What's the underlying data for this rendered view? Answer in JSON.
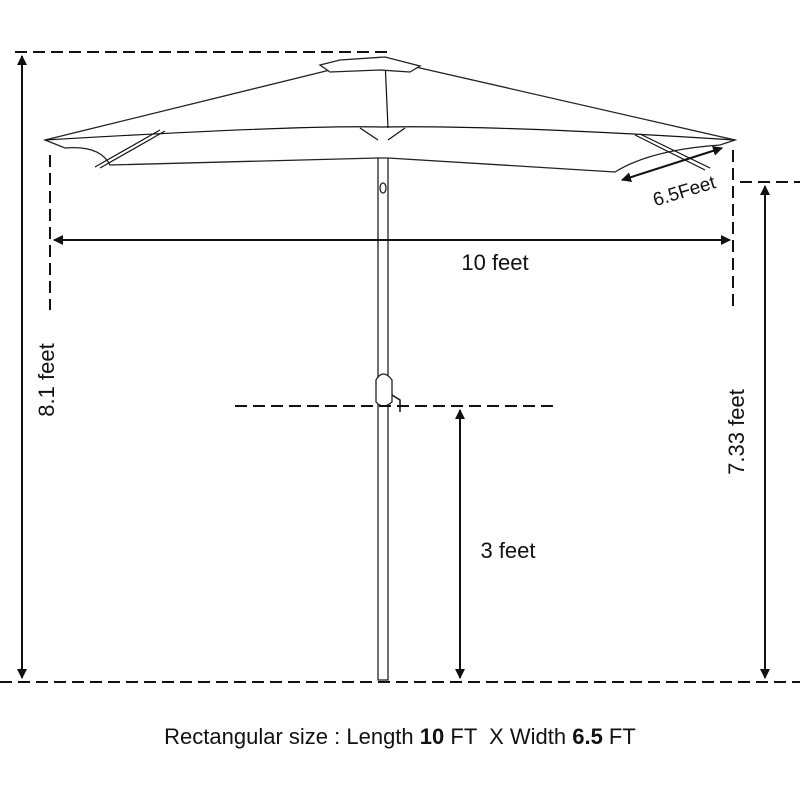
{
  "dimensions": {
    "total_height": "8.1 feet",
    "canopy_length": "10 feet",
    "canopy_width": "6.5Feet",
    "clearance_height": "7.33 feet",
    "crank_height": "3 feet"
  },
  "caption": {
    "prefix": "Rectangular size : Length ",
    "length_value": "10",
    "length_unit": " FT  X Width ",
    "width_value": "6.5",
    "width_unit": " FT"
  }
}
